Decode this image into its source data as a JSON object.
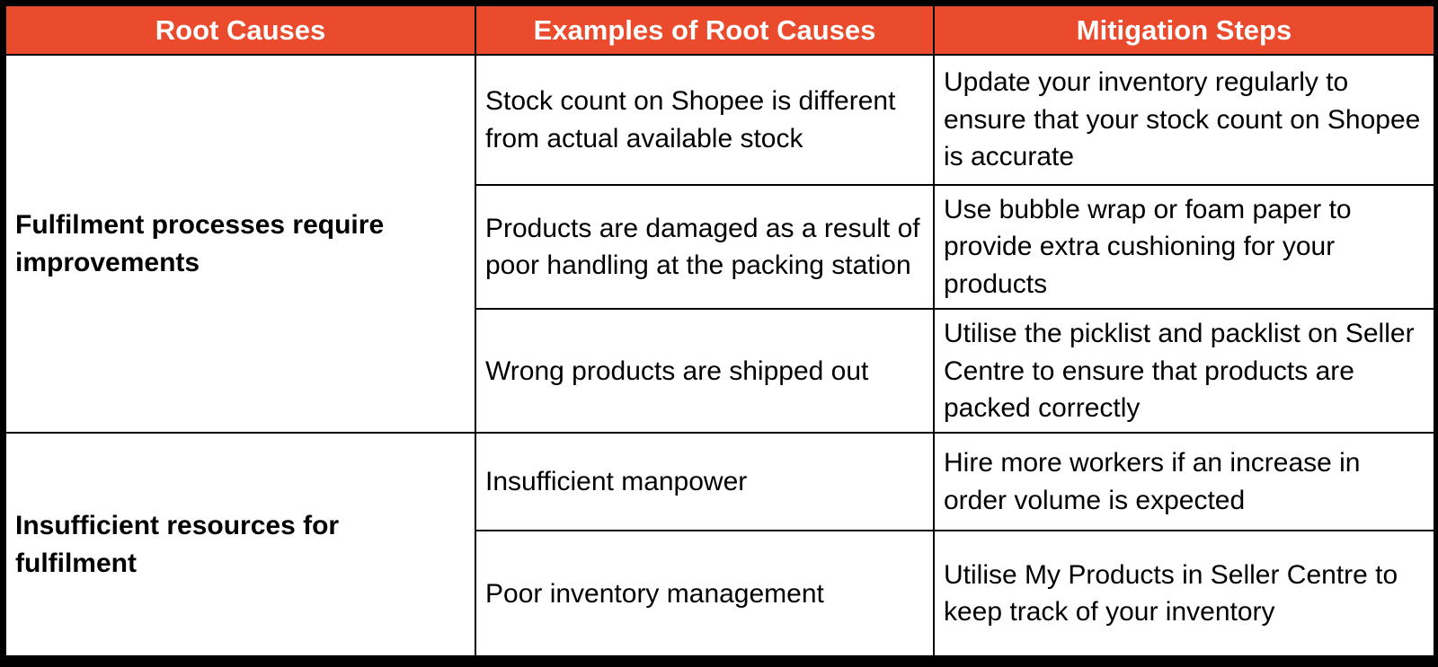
{
  "colors": {
    "header_bg": "#E94B2C",
    "header_text": "#FFFFFF",
    "border": "#000000",
    "body_text": "#000000",
    "cell_bg": "#FFFFFF"
  },
  "table": {
    "headers": [
      "Root Causes",
      "Examples of Root Causes",
      "Mitigation Steps"
    ],
    "groups": [
      {
        "cause": "Fulfilment processes require improvements",
        "rows": [
          {
            "example": "Stock count on Shopee is different from actual available stock",
            "mitigation": "Update your inventory regularly to ensure that your stock count on Shopee is accurate"
          },
          {
            "example": "Products are damaged as a result of poor handling at the packing station",
            "mitigation": "Use bubble wrap or foam paper to provide extra cushioning for your products"
          },
          {
            "example": "Wrong products are shipped out",
            "mitigation": "Utilise the picklist and packlist on Seller Centre to ensure that products are packed correctly"
          }
        ]
      },
      {
        "cause": "Insufficient resources for fulfilment",
        "rows": [
          {
            "example": "Insufficient manpower",
            "mitigation": "Hire more workers if an increase in order volume is expected"
          },
          {
            "example": "Poor inventory management",
            "mitigation": "Utilise My Products in Seller Centre to keep track of your inventory"
          }
        ]
      }
    ]
  }
}
